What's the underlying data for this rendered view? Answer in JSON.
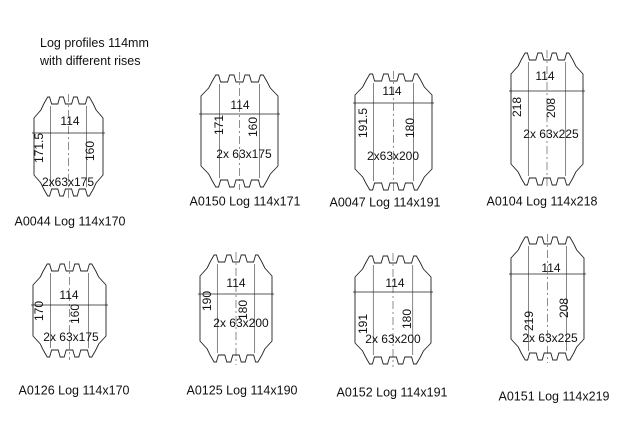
{
  "heading": {
    "line1": "Log profiles 114mm",
    "line2": "with different rises"
  },
  "profiles": [
    {
      "code": "A0044 Log 114x170",
      "width_label": "114",
      "outer_label": "171.5",
      "inner_label": "160",
      "board_label": "2x63x175"
    },
    {
      "code": "A0150 Log 114x171",
      "width_label": "114",
      "outer_label": "171",
      "inner_label": "160",
      "board_label": "2x 63x175"
    },
    {
      "code": "A0047 Log 114x191",
      "width_label": "114",
      "outer_label": "191.5",
      "inner_label": "180",
      "board_label": "2x63x200"
    },
    {
      "code": "A0104 Log 114x218",
      "width_label": "114",
      "outer_label": "218",
      "inner_label": "208",
      "board_label": "2x 63x225"
    },
    {
      "code": "A0126 Log 114x170",
      "width_label": "114",
      "outer_label": "170",
      "inner_label": "160",
      "board_label": "2x 63x175"
    },
    {
      "code": "A0125 Log 114x190",
      "width_label": "114",
      "outer_label": "190",
      "inner_label": "180",
      "board_label": "2x 63x200"
    },
    {
      "code": "A0152 Log 114x191",
      "width_label": "114",
      "outer_label": "191",
      "inner_label": "180",
      "board_label": "2x 63x200"
    },
    {
      "code": "A0151 Log 114x219",
      "width_label": "114",
      "outer_label": "219",
      "inner_label": "208",
      "board_label": "2x 63x225"
    }
  ]
}
